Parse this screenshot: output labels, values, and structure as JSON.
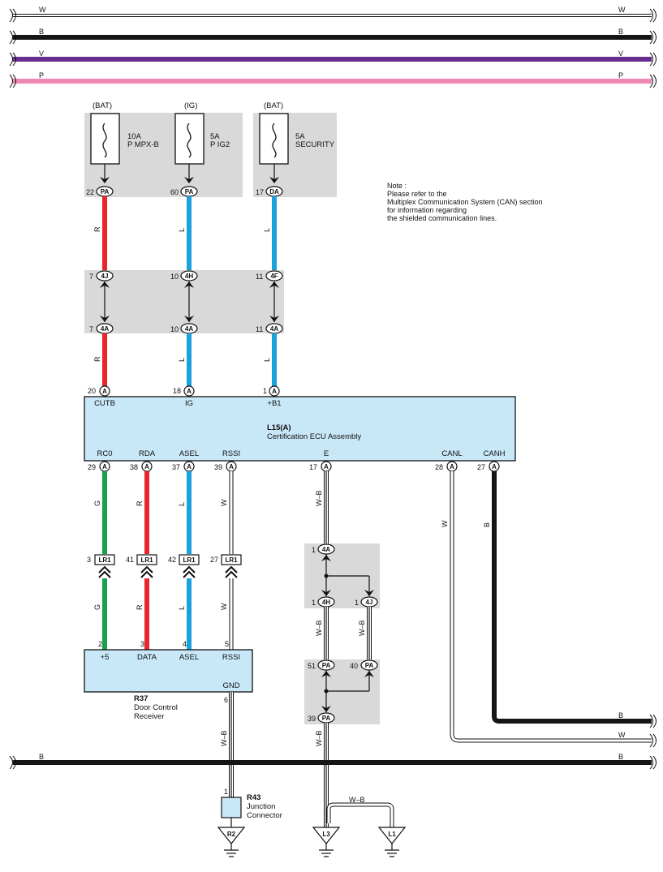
{
  "buses": {
    "top": [
      {
        "label": "W",
        "color": "#ffffff"
      },
      {
        "label": "B",
        "color": "#151515"
      },
      {
        "label": "V",
        "color": "#6b2c91"
      },
      {
        "label": "P",
        "color": "#ef86b6"
      }
    ],
    "bottom": [
      {
        "label": "B",
        "color": "#151515"
      },
      {
        "label": "W",
        "color": "#ffffff"
      },
      {
        "label": "B",
        "color": "#151515"
      }
    ]
  },
  "fuses": [
    {
      "source": "(BAT)",
      "rating": "10A",
      "name": "P MPX-B",
      "pin": "22",
      "conn": "PA"
    },
    {
      "source": "(IG)",
      "rating": "5A",
      "name": "P IG2",
      "pin": "60",
      "conn": "PA"
    },
    {
      "source": "(BAT)",
      "rating": "5A",
      "name": "SECURITY",
      "pin": "17",
      "conn": "DA"
    }
  ],
  "note": [
    "Note :",
    "Please refer to the",
    "Multiplex Communication System (CAN) section",
    "for information regarding",
    "the shielded communication lines."
  ],
  "junction_upper": {
    "top": [
      {
        "pin": "7",
        "conn": "4J"
      },
      {
        "pin": "10",
        "conn": "4H"
      },
      {
        "pin": "11",
        "conn": "4F"
      }
    ],
    "bottom": [
      {
        "pin": "7",
        "conn": "4A"
      },
      {
        "pin": "10",
        "conn": "4A"
      },
      {
        "pin": "11",
        "conn": "4A"
      }
    ]
  },
  "wire_colors": {
    "red": "#e8262d",
    "blue": "#1ba1dc",
    "green": "#15a34a",
    "black": "#151515",
    "white": "#ffffff"
  },
  "ecu": {
    "code": "L15(A)",
    "name": "Certification ECU Assembly",
    "top_pins": [
      {
        "pin": "20",
        "conn": "A",
        "label": "CUTB",
        "wire": "R"
      },
      {
        "pin": "18",
        "conn": "A",
        "label": "IG",
        "wire": "L"
      },
      {
        "pin": "1",
        "conn": "A",
        "label": "+B1",
        "wire": "L"
      }
    ],
    "bottom_pins": [
      {
        "pin": "29",
        "conn": "A",
        "label": "RC0",
        "wire": "G"
      },
      {
        "pin": "38",
        "conn": "A",
        "label": "RDA",
        "wire": "R"
      },
      {
        "pin": "37",
        "conn": "A",
        "label": "ASEL",
        "wire": "L"
      },
      {
        "pin": "39",
        "conn": "A",
        "label": "RSSI",
        "wire": "W"
      },
      {
        "pin": "17",
        "conn": "A",
        "label": "E",
        "wire": "W–B"
      },
      {
        "pin": "28",
        "conn": "A",
        "label": "CANL",
        "wire": "W"
      },
      {
        "pin": "27",
        "conn": "A",
        "label": "CANH",
        "wire": "B"
      }
    ]
  },
  "lr1_connectors": [
    {
      "pin": "3",
      "conn": "LR1"
    },
    {
      "pin": "41",
      "conn": "LR1"
    },
    {
      "pin": "42",
      "conn": "LR1"
    },
    {
      "pin": "27",
      "conn": "LR1"
    }
  ],
  "receiver": {
    "code": "R37",
    "name_line1": "Door Control",
    "name_line2": "Receiver",
    "pins": [
      {
        "pin": "2",
        "label": "+5",
        "wire": "G"
      },
      {
        "pin": "3",
        "label": "DATA",
        "wire": "R"
      },
      {
        "pin": "4",
        "label": "ASEL",
        "wire": "L"
      },
      {
        "pin": "5",
        "label": "RSSI",
        "wire": "W"
      }
    ],
    "gnd_label": "GND",
    "gnd_pin": "6",
    "gnd_wire": "W–B"
  },
  "junction_lower": {
    "j1": {
      "pin": "1",
      "conn": "4A"
    },
    "j2": {
      "pin": "1",
      "conn": "4H"
    },
    "j3": {
      "pin": "1",
      "conn": "4J"
    },
    "p1": {
      "pin": "51",
      "conn": "PA"
    },
    "p2": {
      "pin": "40",
      "conn": "PA"
    },
    "p3": {
      "pin": "39",
      "conn": "PA"
    },
    "wire_a": "W–B",
    "wire_b": "W–B",
    "wire_c": "W–B",
    "wire_d": "W–B"
  },
  "junction_connector": {
    "code": "R43",
    "line1": "Junction",
    "line2": "Connector",
    "pin": "1"
  },
  "grounds": [
    {
      "label": "R2"
    },
    {
      "label": "L3"
    },
    {
      "label": "L1"
    }
  ]
}
